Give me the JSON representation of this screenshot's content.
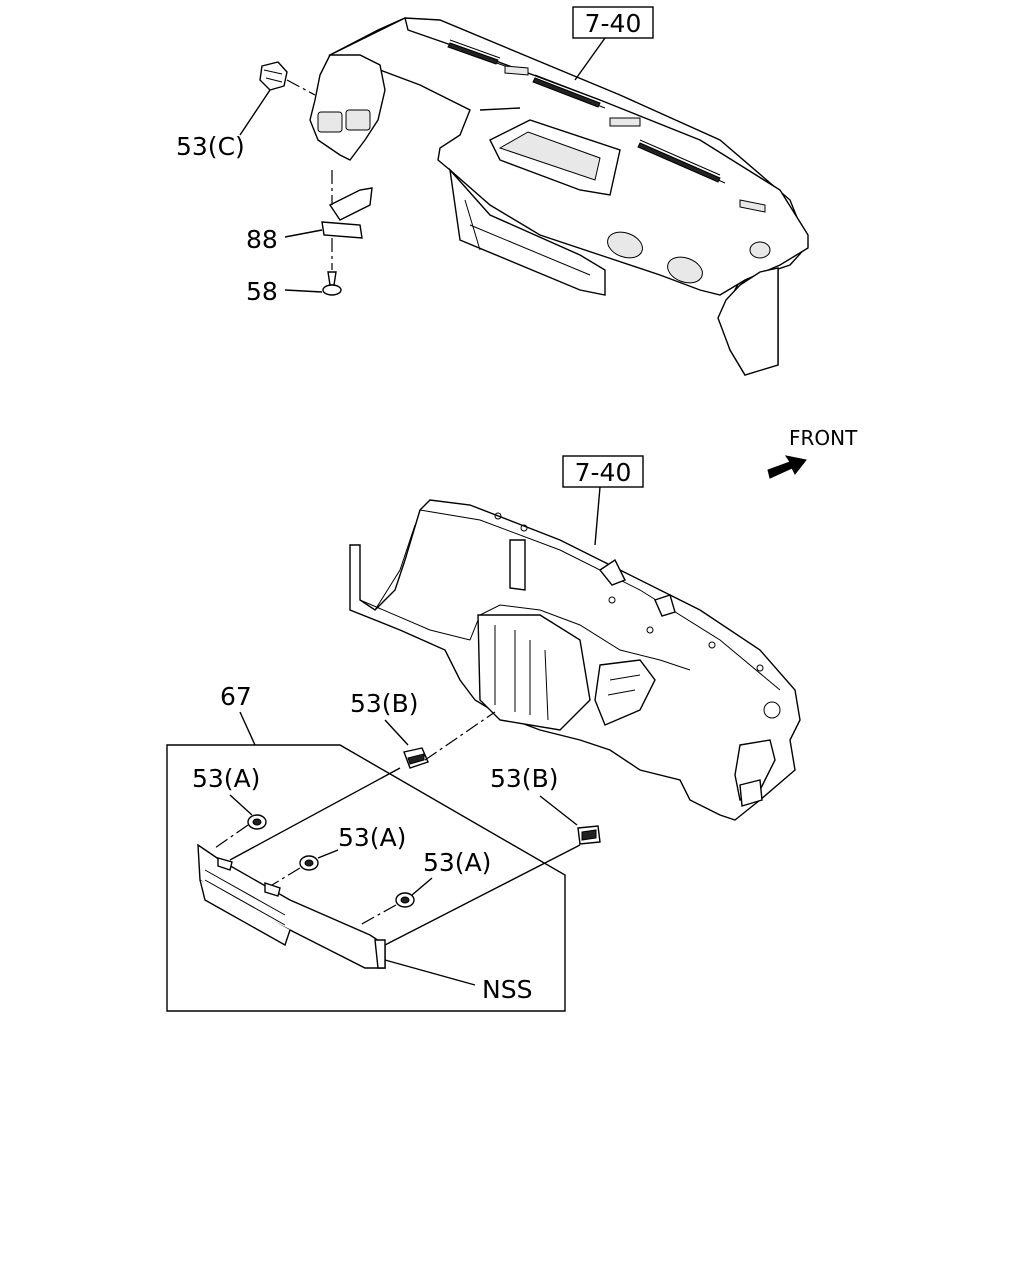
{
  "diagram": {
    "top_view": {
      "ref_box": "7-40",
      "callouts": {
        "clip_c": "53(C)",
        "bracket": "88",
        "screw": "58"
      }
    },
    "bottom_view": {
      "ref_box": "7-40",
      "direction": "FRONT",
      "callouts": {
        "panel_assy": "67",
        "clip_b_upper": "53(B)",
        "clip_a_left": "53(A)",
        "clip_b_right": "53(B)",
        "clip_a_mid": "53(A)",
        "clip_a_right": "53(A)",
        "nss": "NSS"
      }
    }
  }
}
